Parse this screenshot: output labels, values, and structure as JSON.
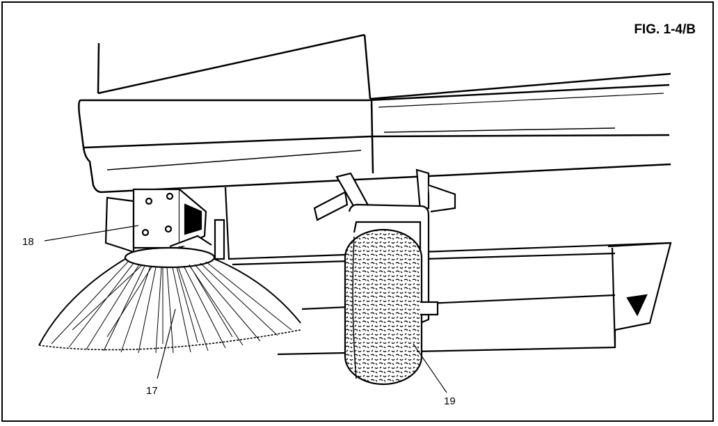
{
  "figure": {
    "title": "FIG. 1-4/B",
    "callouts": {
      "side_brush_mount": "18",
      "side_brush": "17",
      "rear_wheel": "19"
    }
  },
  "colors": {
    "ink": "#000000",
    "paper": "#ffffff"
  }
}
